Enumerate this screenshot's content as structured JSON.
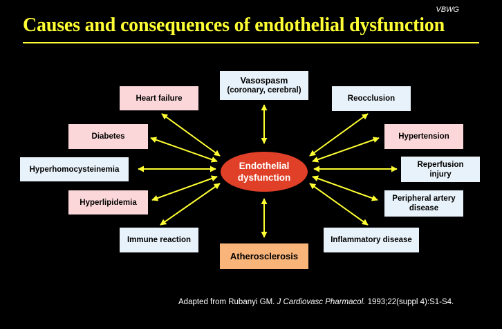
{
  "tag": "VBWG",
  "title": "Causes and consequences of endothelial dysfunction",
  "center": {
    "line1": "Endothelial",
    "line2": "dysfunction"
  },
  "nodes": {
    "vasospasm": {
      "line1": "Vasospasm",
      "line2": "(coronary, cerebral)"
    },
    "heart_failure": {
      "label": "Heart failure"
    },
    "diabetes": {
      "label": "Diabetes"
    },
    "hyperhomocysteinemia": {
      "label": "Hyperhomocysteinemia"
    },
    "hyperlipidemia": {
      "label": "Hyperlipidemia"
    },
    "immune_reaction": {
      "label": "Immune reaction"
    },
    "atherosclerosis": {
      "label": "Atherosclerosis"
    },
    "reocclusion": {
      "label": "Reocclusion"
    },
    "hypertension": {
      "label": "Hypertension"
    },
    "reperfusion_injury": {
      "line1": "Reperfusion",
      "line2": "injury"
    },
    "peripheral_artery_disease": {
      "line1": "Peripheral artery",
      "line2": "disease"
    },
    "inflammatory_disease": {
      "label": "Inflammatory disease"
    }
  },
  "citation": {
    "prefix": "Adapted from Rubanyi GM. ",
    "journal": "J Cardiovasc Pharmacol.",
    "suffix": " 1993;22(suppl 4):S1-S4."
  },
  "colors": {
    "background": "#000000",
    "title": "#ffff33",
    "arrow": "#ffff33",
    "center_fill": "#e04027",
    "cause_box": "#fbd7d9",
    "consequence_box": "#e8f2fa",
    "atherosclerosis_box": "#f9b47a"
  }
}
